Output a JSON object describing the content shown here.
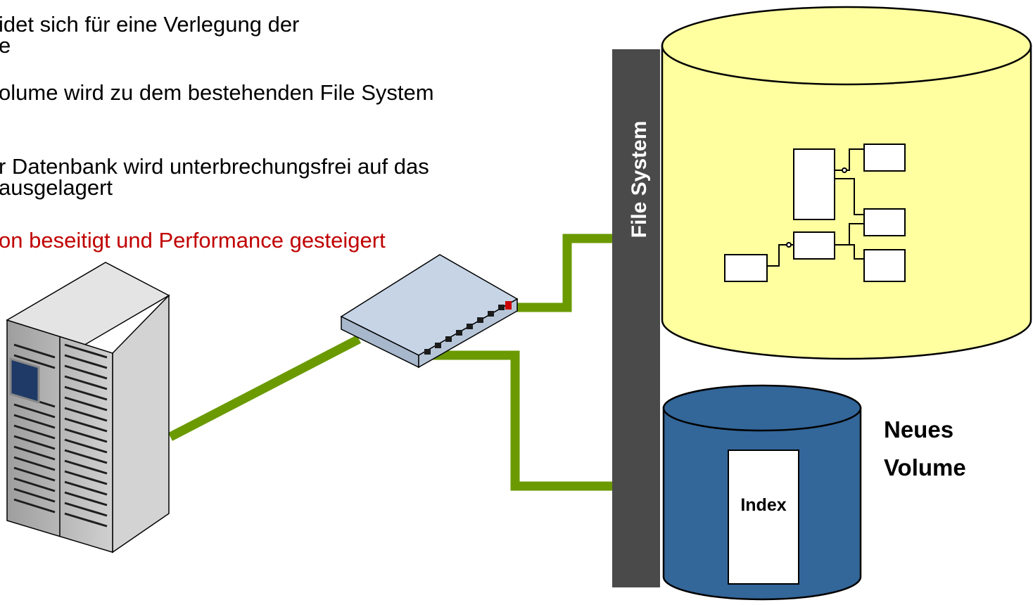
{
  "bullets": [
    {
      "lines": [
        "idet sich für eine Verlegung der",
        "e"
      ]
    },
    {
      "lines": [
        "olume wird zu dem bestehenden File System",
        ""
      ]
    },
    {
      "lines": [
        "r Datenbank wird unterbrechungsfrei auf das",
        " ausgelagert"
      ]
    },
    {
      "lines": [
        "on beseitigt und Performance gesteigert"
      ]
    }
  ],
  "filesystem_label": "File  System",
  "new_volume": {
    "line1": "Neues",
    "line2": "Volume"
  },
  "index_label": "Index",
  "colors": {
    "cable": "#6a9a00",
    "filesystem_bar": "#4a4a4a",
    "database": "#ffffa0",
    "new_volume": "#336699",
    "switch": "#c6d4e6",
    "server": "#bdbdbd",
    "highlight_text": "#c00000"
  }
}
